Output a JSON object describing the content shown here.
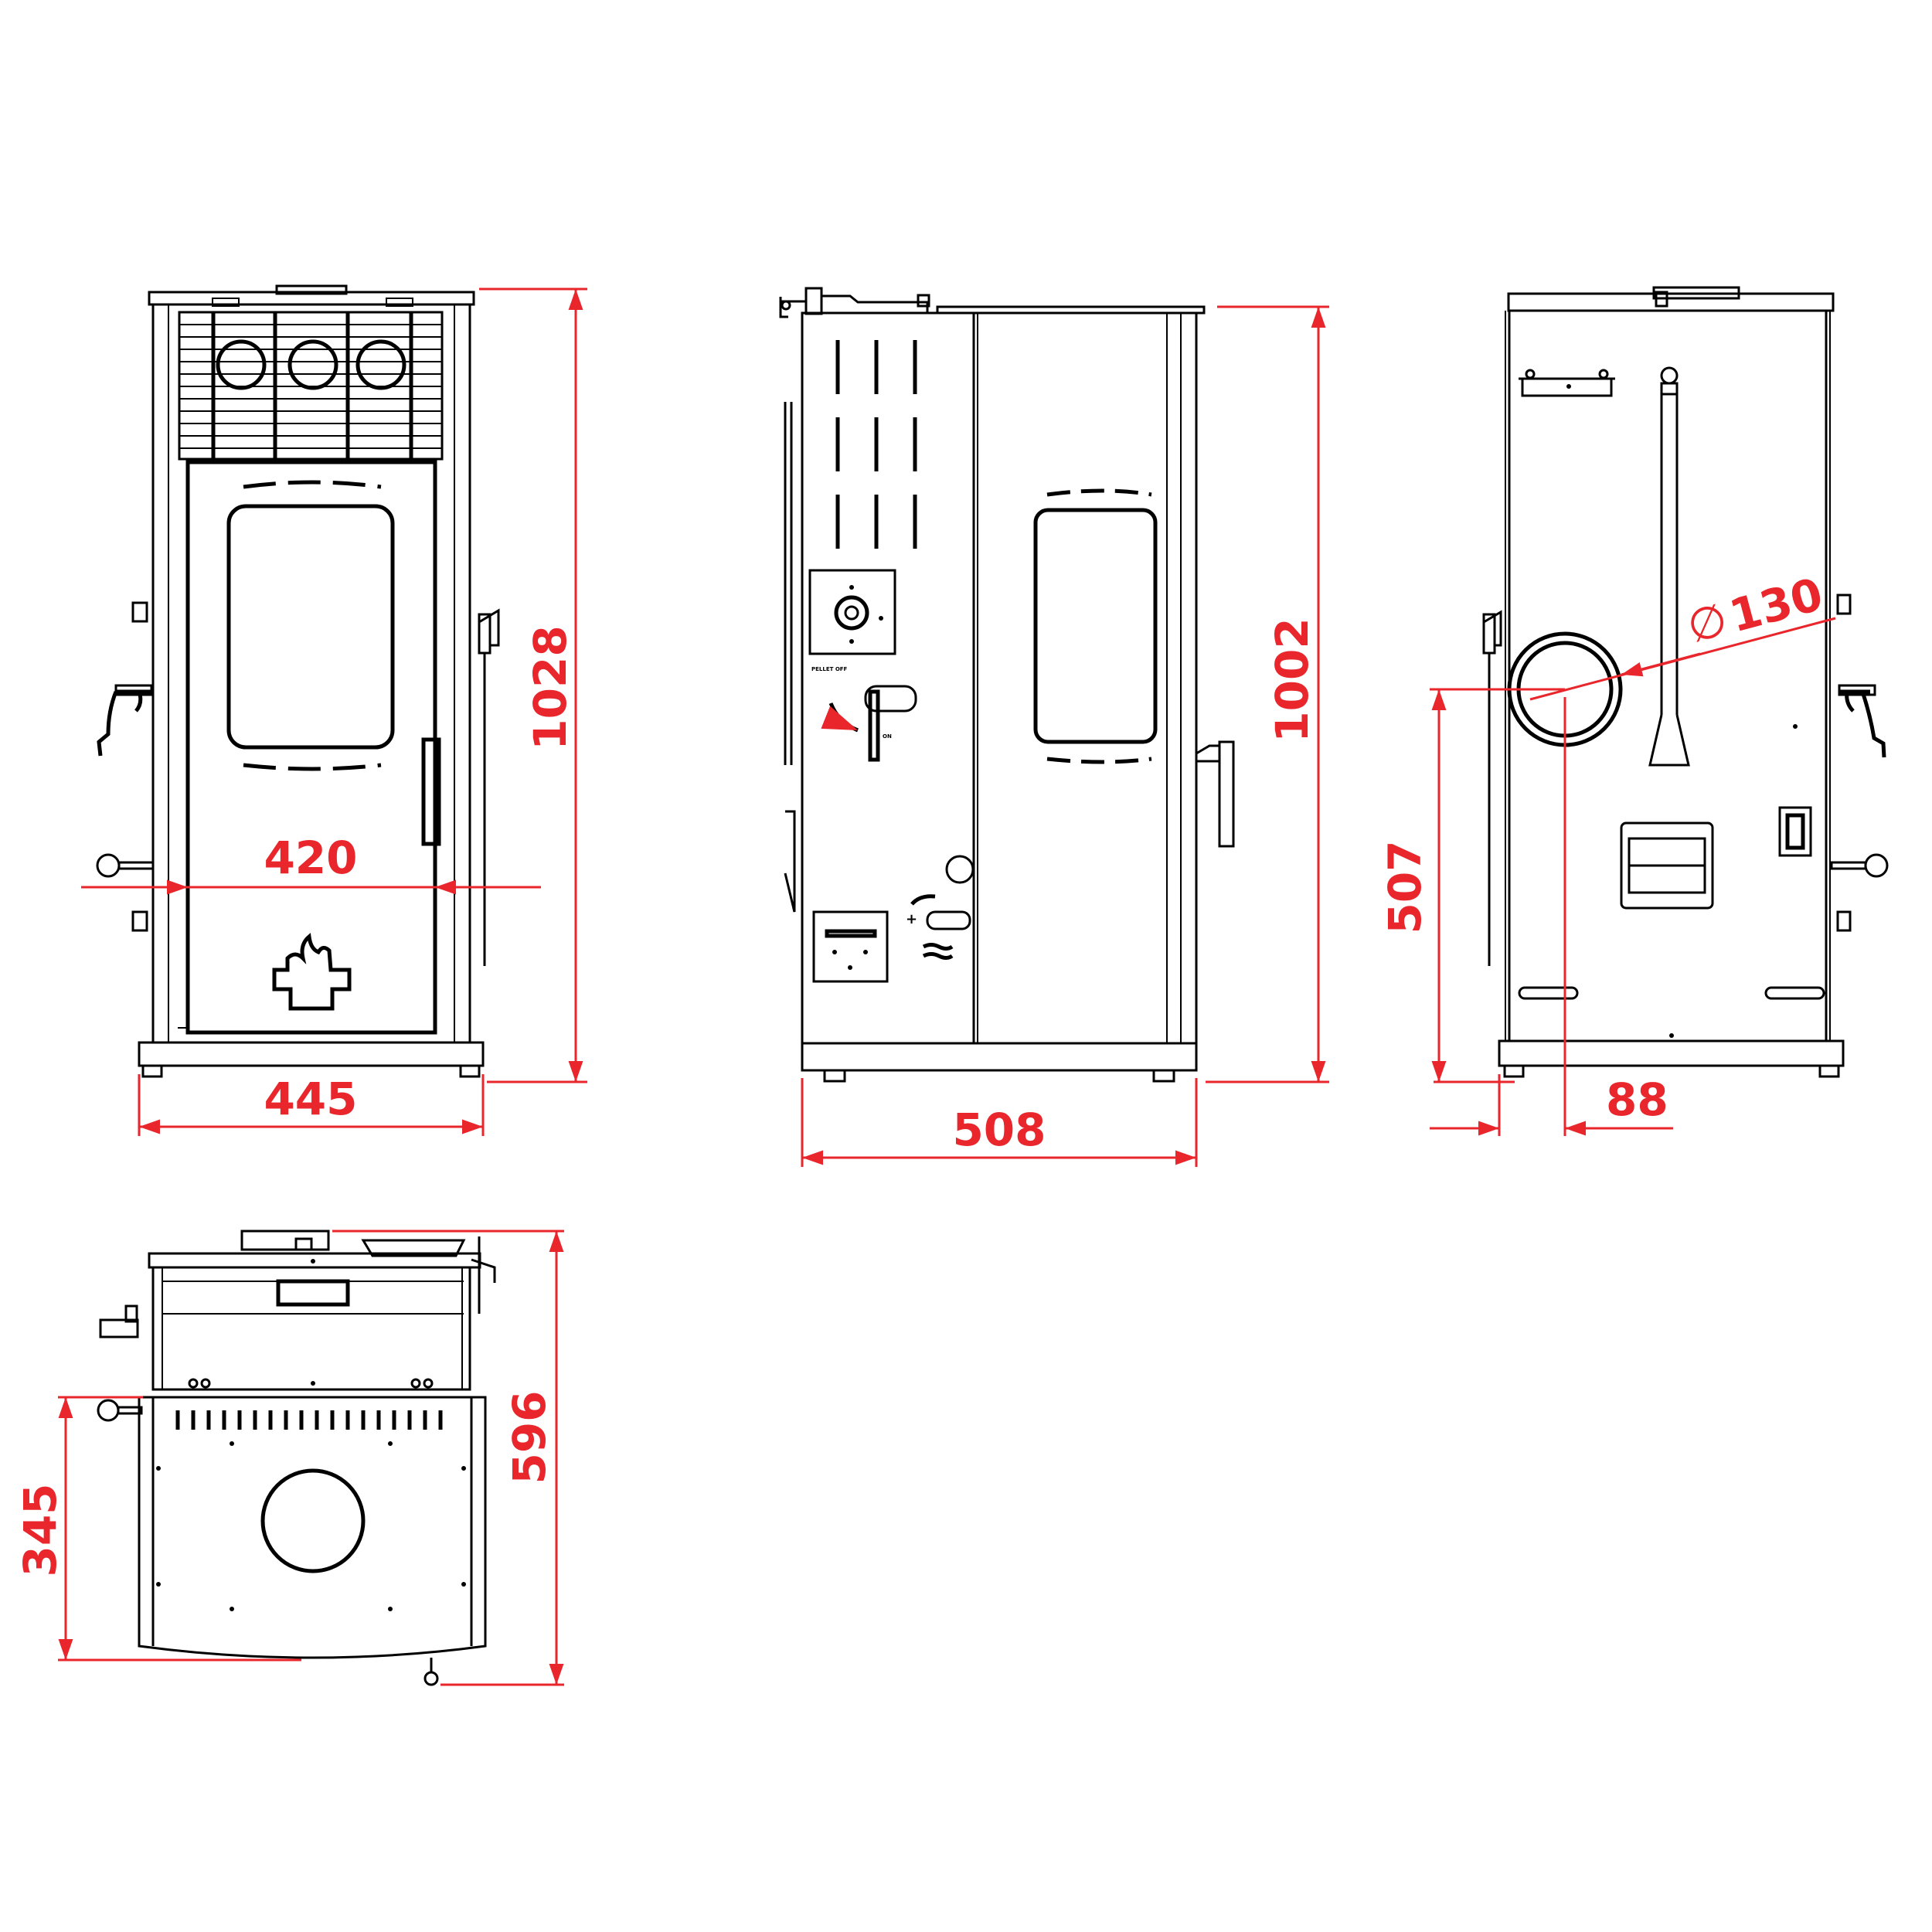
{
  "colors": {
    "dimension": "#e8262b",
    "drawing": "#000000",
    "background": "#ffffff"
  },
  "views": {
    "front": {
      "height_label": "1028",
      "width_label": "445",
      "inner_width_label": "420"
    },
    "side": {
      "height_label": "1002",
      "depth_label": "508",
      "control_text_1": "PELLET\nOFF",
      "control_text_2": "ON"
    },
    "rear": {
      "diameter_symbol": "∅",
      "flue_diameter_label": "130",
      "flue_height_label": "507",
      "flue_offset_label": "88"
    },
    "top": {
      "depth_label": "596",
      "flue_depth_label": "345"
    }
  }
}
